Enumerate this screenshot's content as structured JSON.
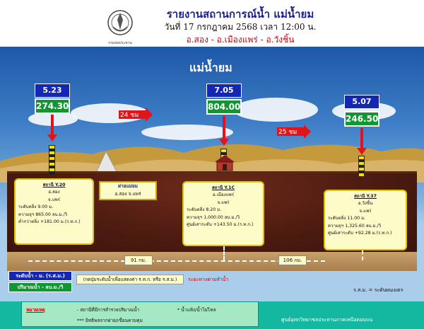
{
  "header": {
    "logo_caption": "กรมชลประทาน",
    "title": "รายงานสถานการณ์น้ำ แม่น้ำยม",
    "date": "วันที่ 17 กรกฎาคม 2568 เวลา 12:00 น.",
    "location": "อ.สอง - อ.เมืองแพร่ - อ.วังชิ้น"
  },
  "river_name": "แม่น้ำยม",
  "distances": {
    "arrow1": "24 ชม",
    "arrow2": "25 ชม"
  },
  "stations": [
    {
      "id": "Y.20",
      "level": "5.23",
      "flow": "274.30",
      "name": "สถานี Y.20",
      "amphoe": "อ.สอง",
      "province": "จ.แพร่",
      "level_line": "ระดับตลิ่ง 9.00 ม.",
      "capacity_line": "ความจุฯ 865.00 ลบ.ม./วิ",
      "diff_line": "ต่ำกว่าตลิ่ง +181.00 ม.(ร.ท.ก.)"
    },
    {
      "id": "Y.1C",
      "level": "7.05",
      "flow": "804.00",
      "name": "สถานี Y.1C",
      "amphoe": "อ.เมืองแพร่",
      "province": "จ.แพร่",
      "level_line": "ระดับตลิ่ง 8.20 ม.",
      "capacity_line": "ความจุฯ 1,000.00 ลบ.ม./วิ",
      "diff_line": "ศูนย์เสาระดับ +143.50 ม.(ร.ท.ก.)"
    },
    {
      "id": "Y.37",
      "level": "5.07",
      "flow": "246.50",
      "name": "สถานี Y.37",
      "amphoe": "อ.วังชิ้น",
      "province": "จ.แพร่",
      "level_line": "ระดับตลิ่ง 11.00 ม.",
      "capacity_line": "ความจุฯ 1,325.60 ลบ.ม./วิ",
      "diff_line": "ศูนย์เสาระดับ +92.28 ม.(ร.ท.ก.)"
    }
  ],
  "dam": {
    "line1": "ฝายแม่ยม",
    "line2": "อ.สอง จ.แพร่"
  },
  "km_markers": {
    "a": "91 กม.",
    "b": "106 กม."
  },
  "legend": {
    "level": "ระดับน้ำ - ม. (ร.ส.ม.)",
    "flow": "ปริมาณน้ำ - ลบ.ม./วิ",
    "compare_note": "(กดปุ่มระดับน้ำเพื่อแสดงค่า ร.ท.ก. หรือ ร.ส.ม.)",
    "flow_direction": "ระยะทางตามลำน้ำ",
    "rsm_def": "ร.ส.ม. = ระดับผนเมตร"
  },
  "notes": {
    "label": "หมายเหตุ",
    "item1": "- สถานีที่มีการสำรวจปริมาณน้ำ",
    "item2": "* น้ำแห้ง/น้ำไม่ไหล",
    "item3": "*** อิทธิพลจากฝาย/เขื่อนควบคุม",
    "credit": "ศูนย์อุทกวิทยาชลประทานภาคเหนือตอนบน"
  },
  "colors": {
    "level_box": "#1327b4",
    "flow_box": "#119632",
    "arrow": "#e0151b",
    "station_bg": "#fdfbc8"
  }
}
